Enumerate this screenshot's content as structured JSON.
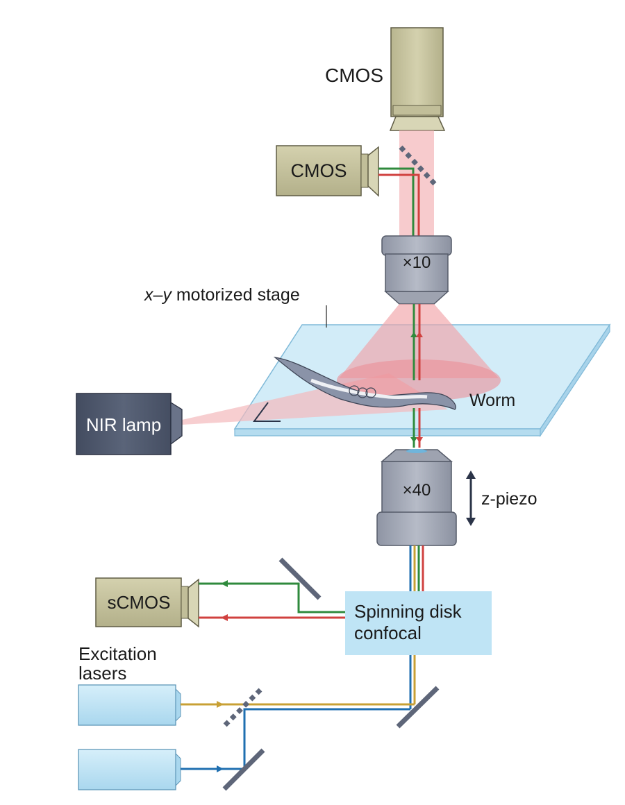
{
  "labels": {
    "cmos_top": "CMOS",
    "cmos_side": "CMOS",
    "objective_10x": "×10",
    "stage_pre": "x",
    "stage_dash": "–",
    "stage_y": "y",
    "stage_post": " motorized stage",
    "worm": "Worm",
    "nir_lamp": "NIR lamp",
    "objective_40x": "×40",
    "z_piezo": "z-piezo",
    "scmos": "sCMOS",
    "spinning_line1": "Spinning disk",
    "spinning_line2": "confocal",
    "excitation_line1": "Excitation",
    "excitation_line2": "lasers"
  },
  "colors": {
    "camera_body": "#cbc8a4",
    "objective_body": "#a3a8b5",
    "nir_lamp": "#4e586d",
    "laser_body": "#bfe4f5",
    "confocal_box": "#bfe4f5",
    "stage_glass": "#d2ecf8",
    "beam_green": "#2f8a3c",
    "beam_red": "#d0413f",
    "beam_blue": "#1f6fb0",
    "beam_yellow": "#c8a035",
    "nir_light": "#f4b9bc",
    "mirror": "#5e6679"
  }
}
